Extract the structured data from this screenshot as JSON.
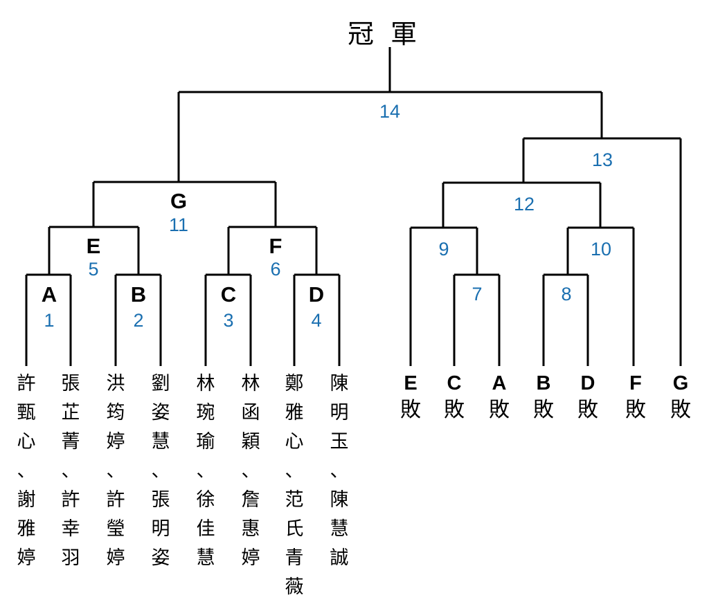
{
  "champion": "冠 軍",
  "winners_bracket": {
    "round1": [
      {
        "letter": "A",
        "number": "1"
      },
      {
        "letter": "B",
        "number": "2"
      },
      {
        "letter": "C",
        "number": "3"
      },
      {
        "letter": "D",
        "number": "4"
      }
    ],
    "round2": [
      {
        "letter": "E",
        "number": "5"
      },
      {
        "letter": "F",
        "number": "6"
      }
    ],
    "final": {
      "letter": "G",
      "number": "11"
    }
  },
  "losers_bracket": {
    "numbers": [
      "7",
      "8",
      "9",
      "10",
      "12",
      "13"
    ]
  },
  "grand_final_number": "14",
  "teams": [
    "許甄心、謝雅婷",
    "張芷菁、許幸羽",
    "洪筠婷、許瑩婷",
    "劉姿慧、張明姿",
    "林琬瑜、徐佳慧",
    "林函穎、詹惠婷",
    "鄭雅心、范氏青薇",
    "陳明玉、陳慧誠"
  ],
  "eliminated": [
    {
      "letter": "E",
      "label": "敗"
    },
    {
      "letter": "C",
      "label": "敗"
    },
    {
      "letter": "A",
      "label": "敗"
    },
    {
      "letter": "B",
      "label": "敗"
    },
    {
      "letter": "D",
      "label": "敗"
    },
    {
      "letter": "F",
      "label": "敗"
    },
    {
      "letter": "G",
      "label": "敗"
    }
  ]
}
